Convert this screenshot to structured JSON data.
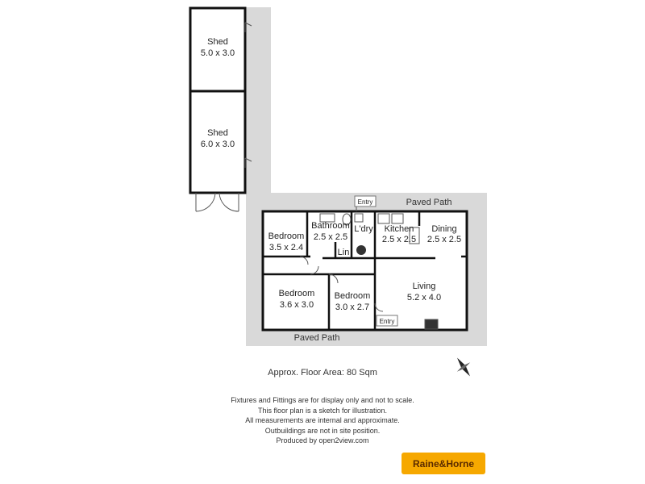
{
  "rooms": {
    "shed1": {
      "name": "Shed",
      "dims": "5.0 x 3.0"
    },
    "shed2": {
      "name": "Shed",
      "dims": "6.0 x 3.0"
    },
    "bedroom1": {
      "name": "Bedroom",
      "dims": "3.5 x 2.4"
    },
    "bathroom": {
      "name": "Bathroom",
      "dims": "2.5 x 2.5"
    },
    "ldry": {
      "name": "L'dry"
    },
    "lin": {
      "name": "Lin"
    },
    "kitchen": {
      "name": "Kitchen",
      "dims": "2.5 x 2.5"
    },
    "dining": {
      "name": "Dining",
      "dims": "2.5 x 2.5"
    },
    "bedroom2": {
      "name": "Bedroom",
      "dims": "3.6 x 3.0"
    },
    "bedroom3": {
      "name": "Bedroom",
      "dims": "3.0 x 2.7"
    },
    "living": {
      "name": "Living",
      "dims": "5.2 x 4.0"
    }
  },
  "labels": {
    "entry_top": "Entry",
    "entry_bottom": "Entry",
    "paved_path_top": "Paved Path",
    "paved_path_bottom": "Paved Path"
  },
  "floor_area": "Approx. Floor Area: 80 Sqm",
  "notes": [
    "Fixtures and Fittings are for display only and not to scale.",
    "This floor plan is a sketch for illustration.",
    "All measurements are internal and approximate.",
    "Outbuildings are not in site position.",
    "Produced by open2view.com"
  ],
  "logo": "Raine&Horne",
  "colors": {
    "path_fill": "#d9d9d9",
    "wall": "#111111",
    "logo_bg": "#f6a800"
  }
}
